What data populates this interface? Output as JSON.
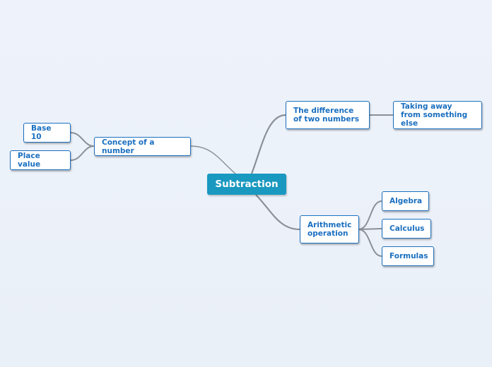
{
  "root": {
    "label": "Subtraction"
  },
  "left": {
    "concept": {
      "label": "Concept of a number"
    },
    "base10": {
      "label": "Base 10"
    },
    "place_value": {
      "label": "Place value"
    }
  },
  "right": {
    "difference": {
      "label": "The difference of two numbers"
    },
    "taking_away": {
      "label": "Taking away from something else"
    },
    "arithmetic": {
      "label": "Arithmetic operation"
    },
    "algebra": {
      "label": "Algebra"
    },
    "calculus": {
      "label": "Calculus"
    },
    "formulas": {
      "label": "Formulas"
    }
  },
  "colors": {
    "root_fill": "#1998c0",
    "node_border": "#1a6fc0",
    "node_text": "#1a6fc0",
    "link": "#8a8f99"
  }
}
